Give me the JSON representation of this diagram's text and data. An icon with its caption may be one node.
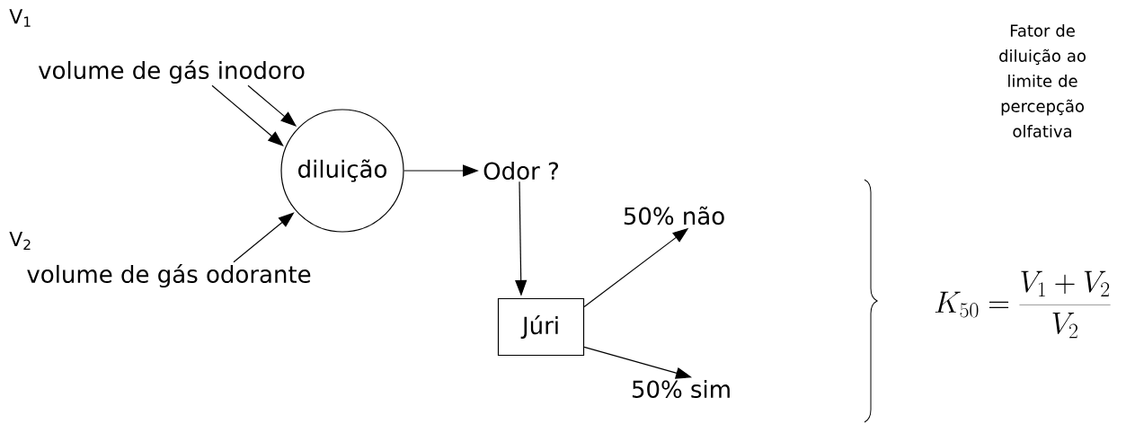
{
  "diagram": {
    "nodes": [
      {
        "text": [
          "volume de gás inodoro"
        ]
      },
      {
        "text": [
          "diluição"
        ]
      },
      {
        "text": [
          "volume de gás odorante"
        ]
      },
      {
        "text": [
          "Odor ?"
        ]
      },
      {
        "text": [
          "Júri"
        ]
      },
      {
        "text": [
          "50% não"
        ]
      },
      {
        "text": [
          "50% sim"
        ]
      }
    ],
    "edges": [
      {
        "from": 0,
        "to": 1,
        "arrow": "to"
      },
      {
        "from": 0,
        "to": 1,
        "arrow": "to"
      },
      {
        "from": 2,
        "to": 1,
        "arrow": "to"
      },
      {
        "from": 1,
        "to": 3,
        "arrow": "to"
      },
      {
        "from": 3,
        "to": 4,
        "arrow": "to"
      },
      {
        "from": 4,
        "to": 5,
        "arrow": "to"
      },
      {
        "from": 4,
        "to": 6,
        "arrow": "to"
      }
    ],
    "labels": [
      "V$_{1}$",
      "V$_{2}$",
      "Fator de diluição ao limite de percepção olfativa",
      "K_{50} = \\frac{V_1 + V_2}{V_2}"
    ]
  }
}
